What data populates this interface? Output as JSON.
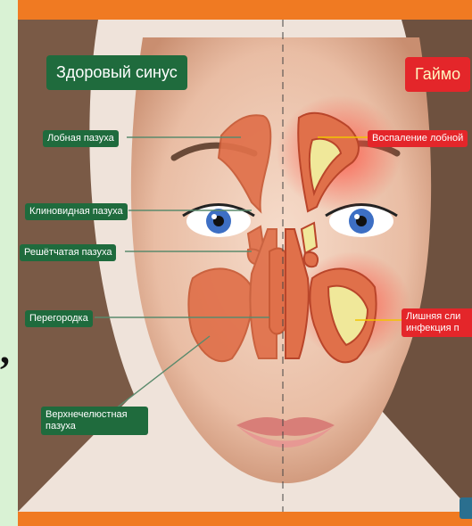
{
  "left_title": "Здоровый синус",
  "right_title": "Гаймо",
  "labels": {
    "frontal": "Лобная пазуха",
    "sphenoid": "Клиновидная пазуха",
    "ethmoid": "Решётчатая пазуха",
    "septum": "Перегородка",
    "maxillary_line1": "Верхнечелюстная",
    "maxillary_line2": "пазуха"
  },
  "right_labels": {
    "inflammation": "Воспаление лобной",
    "mucus_line1": "Лишняя сли",
    "mucus_line2": "инфекция п"
  },
  "stray_mark": ",",
  "colors": {
    "brand_orange": "#f07a22",
    "label_green": "#1f6b3d",
    "alert_red": "#e4262a",
    "sinus_orange": "#e0704a",
    "mucus_yellow": "#f0e89a"
  }
}
